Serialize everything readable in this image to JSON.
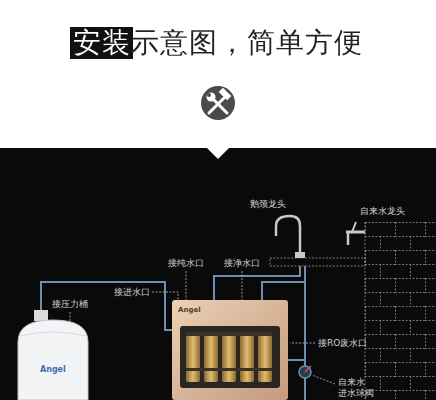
{
  "diagram": {
    "title": "安装示意图，简单方便",
    "labels": [
      "鹅颈龙头",
      "自来水龙头",
      "接纯水口",
      "接净水口",
      "接进水口",
      "接压力桶",
      "Angel",
      "接RO废水口",
      "Angel",
      "自来水 进水球阀"
    ]
  }
}
